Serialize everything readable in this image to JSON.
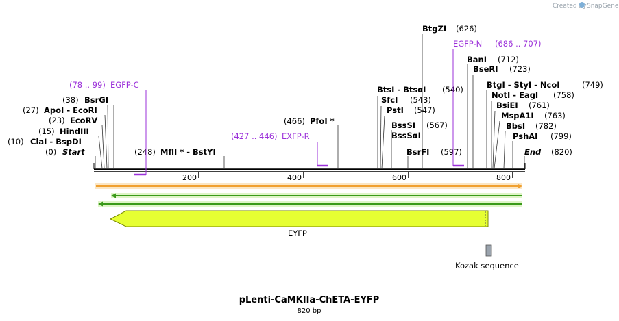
{
  "brand": {
    "created_by": "Created by",
    "name": "SnapGene"
  },
  "map": {
    "title": "pLenti-CaMKIIa-ChETA-EYFP",
    "length_label": "820 bp",
    "length": 820
  },
  "ruler": {
    "ticks": [
      "200",
      "400",
      "600",
      "800"
    ]
  },
  "sites": [
    {
      "pos": "(0)",
      "name": "Start",
      "loc": 0,
      "style": "italic"
    },
    {
      "pos": "(10)",
      "name": "ClaI  -  BspDI",
      "loc": 10
    },
    {
      "pos": "(15)",
      "name": "HindIII",
      "loc": 15
    },
    {
      "pos": "(23)",
      "name": "EcoRV",
      "loc": 23
    },
    {
      "pos": "(27)",
      "name": "ApoI  -  EcoRI",
      "loc": 27
    },
    {
      "pos": "(38)",
      "name": "BsrGI",
      "loc": 38
    },
    {
      "pos": "(248)",
      "name": "MflI *  -  BstYI",
      "loc": 248
    },
    {
      "pos": "(466)",
      "name": "PfoI *",
      "loc": 466
    },
    {
      "name": "BtsI  -  BtsαI",
      "pos": "(540)",
      "loc": 540
    },
    {
      "name": "SfcI",
      "pos": "(543)",
      "loc": 543
    },
    {
      "name": "PstI",
      "pos": "(547)",
      "loc": 547
    },
    {
      "name": "BssSI",
      "pos": "(567)",
      "loc": 567
    },
    {
      "name": "BssSαI",
      "pos": "",
      "loc": 567
    },
    {
      "name": "BsrFI",
      "pos": "(597)",
      "loc": 597
    },
    {
      "name": "BtgZI",
      "pos": "(626)",
      "loc": 626
    },
    {
      "name": "BanI",
      "pos": "(712)",
      "loc": 712
    },
    {
      "name": "BseRI",
      "pos": "(723)",
      "loc": 723
    },
    {
      "name": "BtgI  -  StyI  -  NcoI",
      "pos": "(749)",
      "loc": 749
    },
    {
      "name": "NotI  -  EagI",
      "pos": "(758)",
      "loc": 758
    },
    {
      "name": "BsiEI",
      "pos": "(761)",
      "loc": 761
    },
    {
      "name": "MspA1I",
      "pos": "(763)",
      "loc": 763
    },
    {
      "name": "BbsI",
      "pos": "(782)",
      "loc": 782
    },
    {
      "name": "PshAI",
      "pos": "(799)",
      "loc": 799
    },
    {
      "name": "End",
      "pos": "(820)",
      "loc": 820,
      "style": "italic"
    }
  ],
  "primers": [
    {
      "name": "EGFP-C",
      "range": "(78 .. 99)"
    },
    {
      "name": "EXFP-R",
      "range": "(427 .. 446)"
    },
    {
      "name": "EGFP-N",
      "range": "(686 .. 707)"
    }
  ],
  "features": [
    {
      "name": "EYFP",
      "color": "#e6ff33"
    },
    {
      "name": "Kozak sequence",
      "color": "#9aa3ad"
    }
  ],
  "colors": {
    "primer": "#9b30d9",
    "orange_strand": "#f0a030",
    "green_strand": "#3a9a1a"
  }
}
